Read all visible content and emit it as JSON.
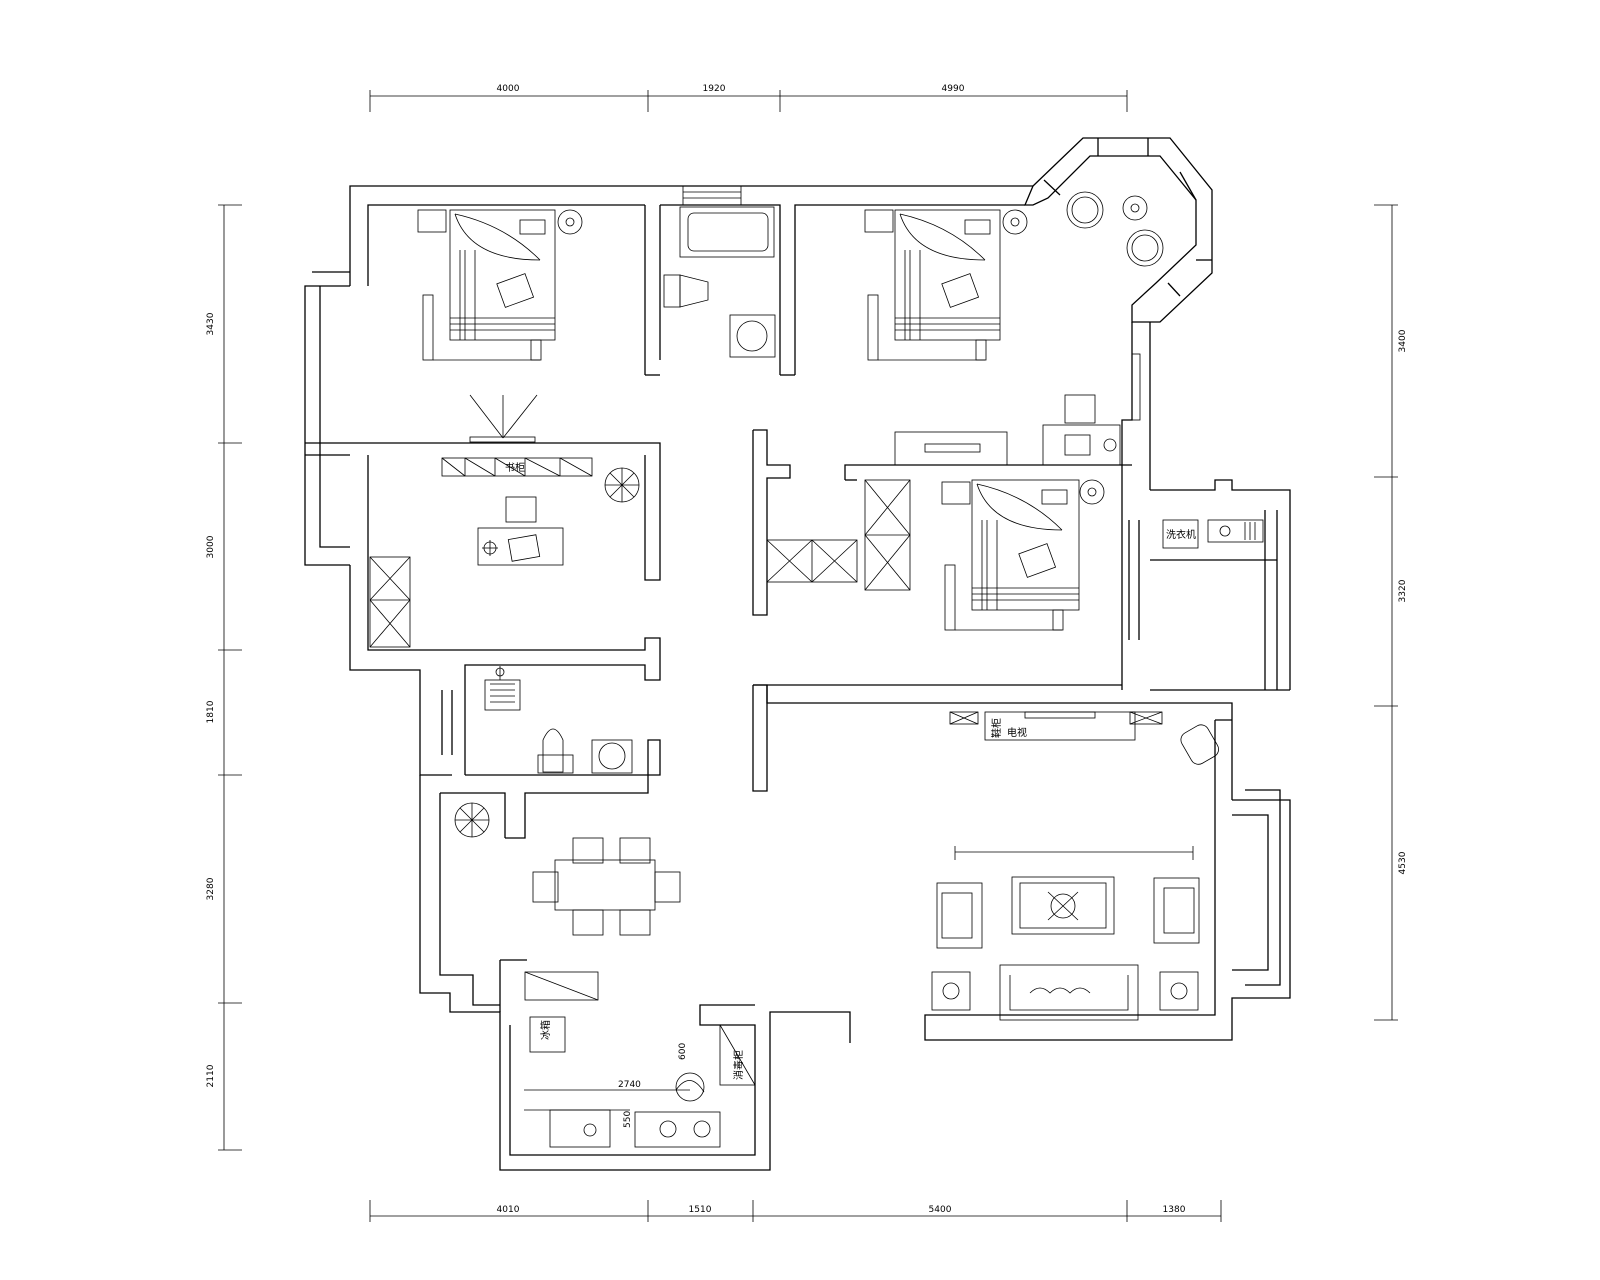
{
  "drawing": {
    "dimensions": {
      "top": [
        "4000",
        "1920",
        "4990"
      ],
      "bottom": [
        "4010",
        "1510",
        "5400",
        "1380"
      ],
      "left": [
        "3430",
        "3000",
        "1810",
        "3280",
        "2110"
      ],
      "right": [
        "3400",
        "3320",
        "4530"
      ]
    },
    "labels": {
      "kitchen_counter": "2740",
      "kitchen_depth": "550",
      "stove_mark": "600",
      "fridge": "冰箱",
      "laundry": "洗衣机",
      "tv_unit": "电视",
      "wardrobe": "书柜",
      "vertical_mark": "鞋柜",
      "kitchen_appliance": "消毒柜"
    }
  }
}
